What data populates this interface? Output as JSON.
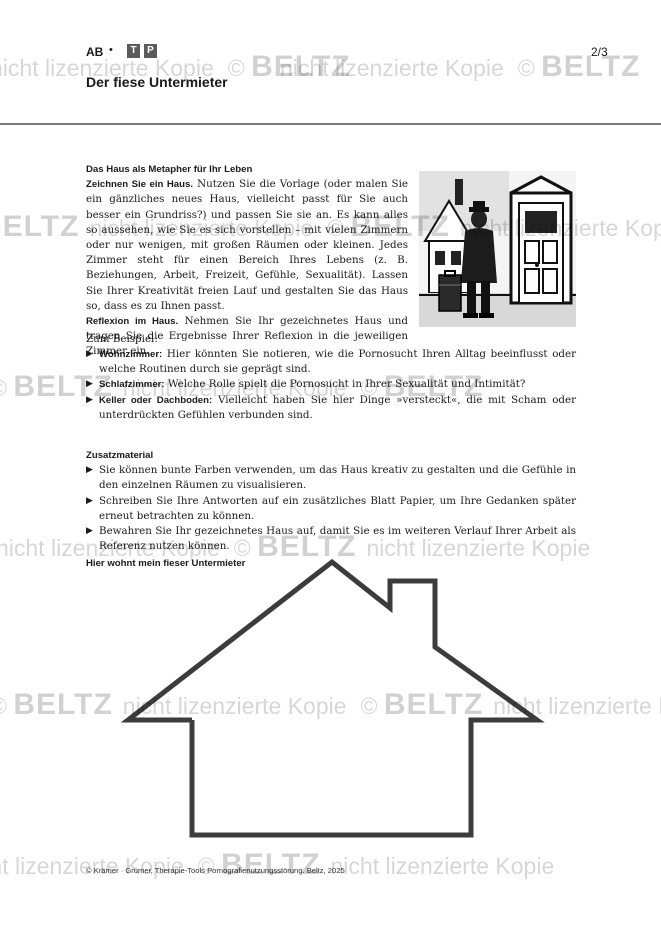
{
  "header": {
    "ab": "AB",
    "bullet": "•",
    "tp_t": "T",
    "tp_p": "P",
    "page": "2/3",
    "title": "Der fiese Untermieter"
  },
  "section1": {
    "heading": "Das Haus als Metapher für Ihr Leben",
    "zeichnen_lead": "Zeichnen Sie ein Haus.",
    "zeichnen_text": " Nutzen Sie die Vorlage (oder malen Sie ein gänzliches neues Haus, vielleicht passt für Sie auch besser ein Grundriss?) und passen Sie sie an. Es kann alles so aussehen, wie Sie es sich vorstellen – mit vielen Zimmern oder nur wenigen, mit großen Räumen oder kleinen. Jedes Zimmer steht für einen Bereich Ihres Lebens (z. B. Beziehungen, Arbeit, Freizeit, Gefühle, Sexualität). Lassen Sie Ihrer Kreativität freien Lauf und gestalten Sie das Haus so, dass es zu Ihnen passt.",
    "reflexion_lead": "Reflexion im Haus.",
    "reflexion_text": " Nehmen Sie Ihr gezeichnetes Haus und tragen Sie die Ergebnisse Ihrer Reflexion in die jeweiligen Zimmer ein.",
    "beispiel": "Zum Beispiel:",
    "rooms": [
      {
        "label": "Wohnzimmer:",
        "text": " Hier könnten Sie notieren, wie die Pornosucht Ihren Alltag beeinflusst oder welche Routinen durch sie geprägt sind."
      },
      {
        "label": "Schlafzimmer:",
        "text": " Welche Rolle spielt die Pornosucht in Ihrer Sexualität und Intimität?"
      },
      {
        "label": "Keller oder Dachboden:",
        "text": " Vielleicht haben Sie hier Dinge »versteckt«, die mit Scham oder unterdrückten Gefühlen verbunden sind."
      }
    ]
  },
  "section2": {
    "heading": "Zusatzmaterial",
    "items": [
      "Sie können bunte Farben verwenden, um das Haus kreativ zu gestalten und die Gefühle in den einzelnen Räumen zu visualisieren.",
      "Schreiben Sie Ihre Antworten auf ein zusätzliches Blatt Papier, um Ihre Gedanken später erneut betrachten zu können.",
      "Bewahren Sie Ihr gezeichnetes Haus auf, damit Sie es im weiteren Verlauf Ihrer Arbeit als Referenz nutzen können."
    ]
  },
  "house_heading": "Hier wohnt mein fieser Untermieter",
  "footer": "© Krämer · Grümer, Therapie-Tools Pornografienutzungsstörung. Beltz, 2025",
  "watermark": {
    "copy": "©",
    "logo": "BELTZ",
    "text": "nicht lizenzierte Kopie"
  },
  "colors": {
    "house_outline": "#3c3c3c",
    "header_rule": "#7a7a7a",
    "tp_box": "#5b5b5b"
  }
}
